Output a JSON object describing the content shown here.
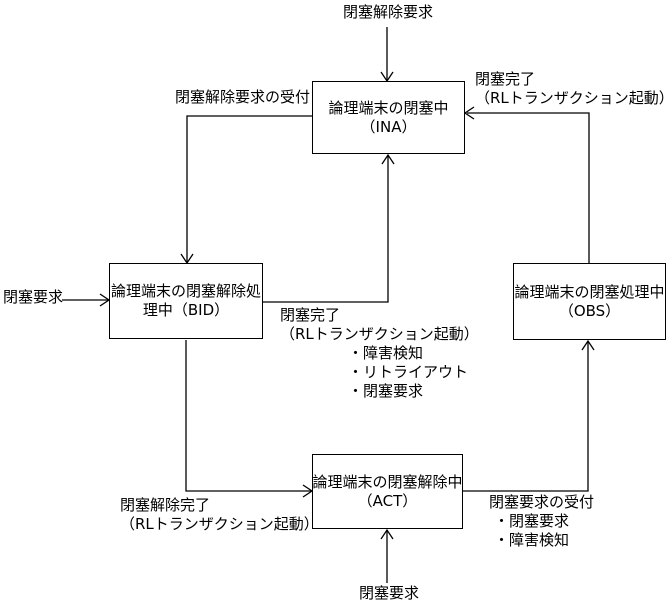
{
  "diagram": {
    "colors": {
      "line": "#000000",
      "background": "#ffffff",
      "text": "#000000"
    },
    "states": {
      "ina": {
        "line1": "論理端末の閉塞中",
        "line2": "（INA）"
      },
      "bid": {
        "line1": "論理端末の閉塞解除処",
        "line2": "理中（BID）"
      },
      "obs": {
        "line1": "論理端末の閉塞処理中",
        "line2": "（OBS）"
      },
      "act": {
        "line1": "論理端末の閉塞解除中",
        "line2": "（ACT）"
      }
    },
    "labels": {
      "top": "閉塞解除要求",
      "top_right": [
        "閉塞完了",
        "（RLトランザクション起動）"
      ],
      "release_accept": "閉塞解除要求の受付",
      "left": "閉塞要求",
      "mid": [
        "閉塞完了",
        "（RLトランザクション起動）",
        "・障害検知",
        "・リトライアウト",
        "・閉塞要求"
      ],
      "bottom_left": [
        "閉塞解除完了",
        "（RLトランザクション起動）"
      ],
      "bottom_right": [
        "閉塞要求の受付",
        "・閉塞要求",
        "・障害検知"
      ],
      "bottom": "閉塞要求"
    }
  }
}
